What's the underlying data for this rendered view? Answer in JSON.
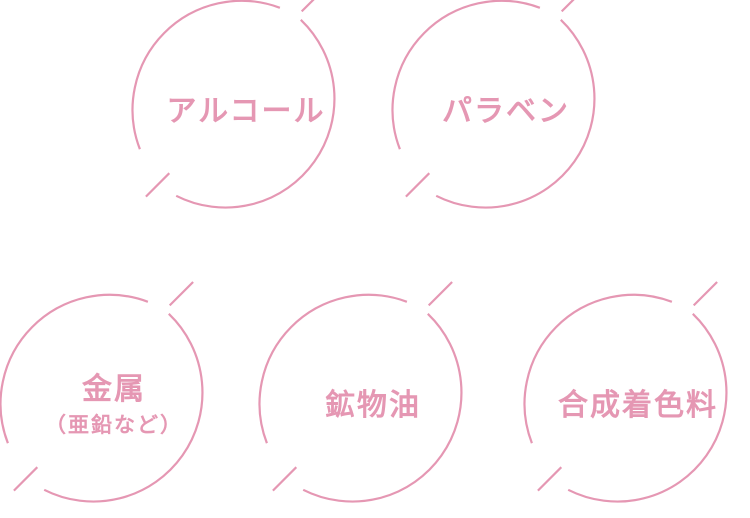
{
  "colors": {
    "accent": "#e597b3",
    "background": "#ffffff"
  },
  "badges": [
    {
      "label": "アルコール",
      "sub": ""
    },
    {
      "label": "パラベン",
      "sub": ""
    },
    {
      "label": "金属",
      "sub": "（亜鉛など）"
    },
    {
      "label": "鉱物油",
      "sub": ""
    },
    {
      "label": "合成着色料",
      "sub": ""
    }
  ]
}
